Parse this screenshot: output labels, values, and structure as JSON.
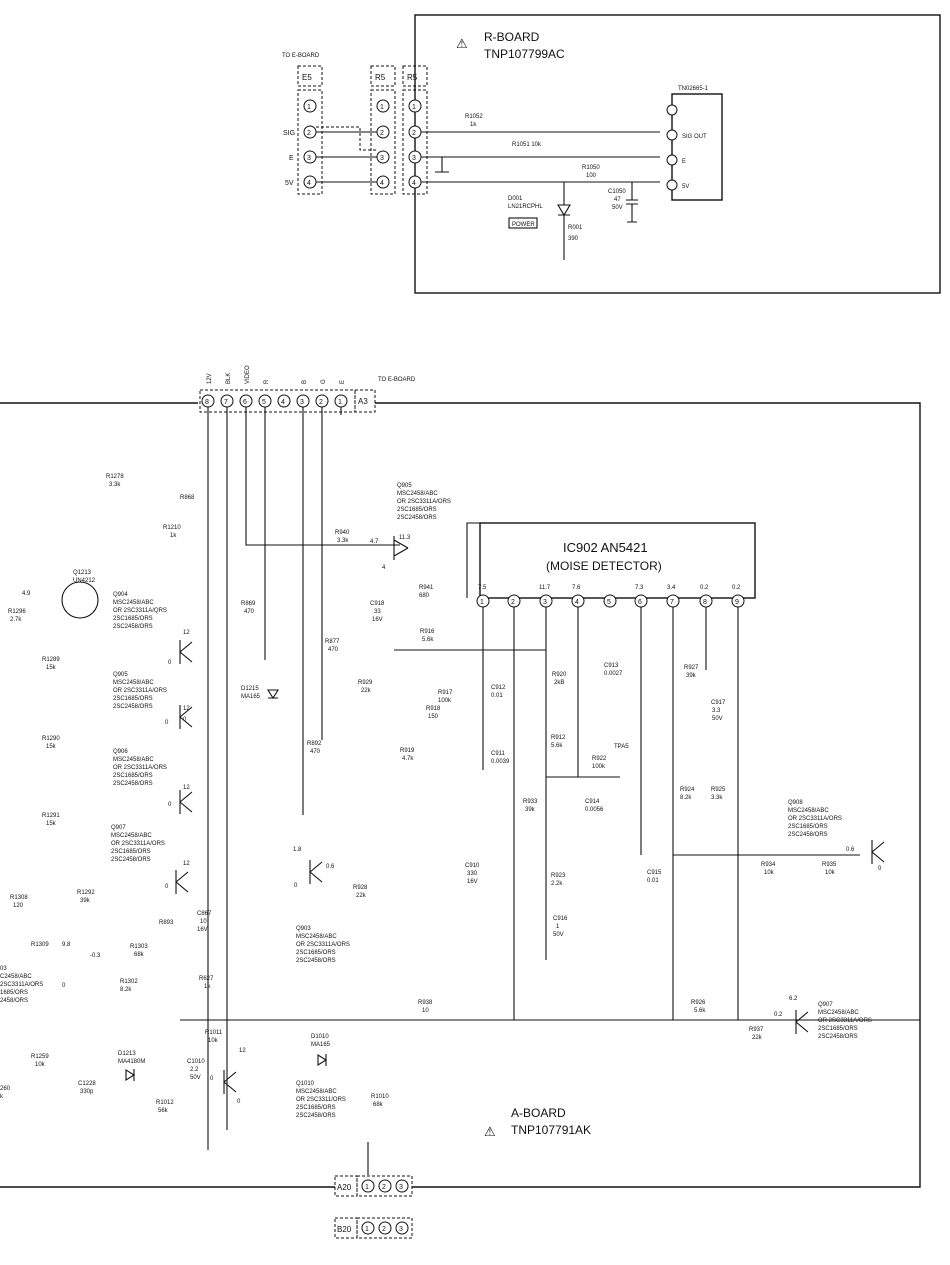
{
  "r_board": {
    "title": "R-BOARD",
    "part": "TNP107799AC",
    "to_eboard": "TO E-BOARD",
    "conn_e5": "E5",
    "conn_r5a": "R5",
    "conn_r5b": "R5",
    "sig_labels": [
      "SIG",
      "E",
      "5V"
    ],
    "pins": [
      "1",
      "2",
      "3",
      "4"
    ],
    "tn": "TN02665-1",
    "tn_pins": [
      "SIG OUT",
      "E",
      "5V"
    ],
    "r1052": "R1052",
    "r1052_v": "1k",
    "r1051": "R1051  10k",
    "r1050": "R1050",
    "r1050_v": "100",
    "c1050": "C1050",
    "c1050_v1": "47",
    "c1050_v2": "50V",
    "d001": "D001",
    "d001_part": "LN21RCPHL",
    "power": "POWER",
    "r001": "R001",
    "r001_v": "390"
  },
  "a_board": {
    "title": "A-BOARD",
    "part": "TNP107791AK",
    "to_eboard": "TO E-BOARD",
    "a3": "A3",
    "a3_pins": [
      "8",
      "7",
      "6",
      "5",
      "4",
      "3",
      "2",
      "1"
    ],
    "a3_sigs": [
      "12V",
      "BLK",
      "VIDEO",
      "R",
      "B",
      "G",
      "E"
    ],
    "a20": "A20",
    "b20": "B20",
    "conn_pins": [
      "1",
      "2",
      "3"
    ]
  },
  "ic": {
    "name": "IC902  AN5421",
    "desc": "(MOISE DETECTOR)",
    "pins": [
      "1",
      "2",
      "3",
      "4",
      "5",
      "6",
      "7",
      "8",
      "9"
    ],
    "volts": [
      "7.5",
      "11.7",
      "7.6",
      "7.3",
      "3.4",
      "0.2",
      "0.2"
    ]
  },
  "transistors": {
    "q905": [
      "Q905",
      "MSC2458/ABC",
      "OR 2SC3311A/ORS",
      "2SC1685/ORS",
      "2SC2458/ORS"
    ],
    "q904": [
      "Q904",
      "MSC2458/ABC",
      "OR 2SC3311A/QRS",
      "2SC1685/ORS",
      "2SC2458/ORS"
    ],
    "q905b": [
      "Q905",
      "MSC2458/ABC",
      "OR 2SC3311A/ORS",
      "2SC1685/ORS",
      "2SC2458/ORS"
    ],
    "q906": [
      "Q906",
      "MSC2458/ABC",
      "OR 2SC3311A/ORS",
      "2SC1685/ORS",
      "2SC2458/ORS"
    ],
    "q907": [
      "Q907",
      "MSC2458/ABC",
      "OR 2SC3311A/ORS",
      "2SC1685/ORS",
      "2SC2458/ORS"
    ],
    "q903": [
      "Q903",
      "MSC2458/ABC",
      "OR 2SC3311A/ORS",
      "2SC1685/ORS",
      "2SC2458/ORS"
    ],
    "q908": [
      "Q908",
      "MSC2458/ABC",
      "OR 2SC3311A/ORS",
      "2SC1685/ORS",
      "2SC2458/ORS"
    ],
    "q907b": [
      "Q907",
      "MSC2458/ABC",
      "OR 2SC3311A/ORS",
      "2SC1685/ORS",
      "2SC2458/ORS"
    ],
    "q1010": [
      "Q1010",
      "MSC2458/ABC",
      "OR 2SC3311/ORS",
      "2SC1685/ORS",
      "2SC2458/ORS"
    ],
    "q1213": [
      "Q1213",
      "UN4212"
    ],
    "q_left": [
      "03",
      "C2458/ABC",
      "2SC3311A/ORS",
      "1685/ORS",
      "2458/ORS"
    ]
  },
  "components": {
    "r1278": [
      "R1278",
      "3.3k"
    ],
    "r1210": [
      "R1210",
      "1k"
    ],
    "r868": "R868",
    "r869": [
      "R869",
      "470"
    ],
    "r877": [
      "R877",
      "470"
    ],
    "r892": [
      "R892",
      "470"
    ],
    "r929": [
      "R929",
      "22k"
    ],
    "r928": [
      "R928",
      "22k"
    ],
    "r940": [
      "R940",
      "3.3k"
    ],
    "r941": [
      "R941",
      "680"
    ],
    "c918": [
      "C918",
      "33",
      "16V"
    ],
    "r916": [
      "R916",
      "5.6k"
    ],
    "r917": [
      "R917",
      "100k"
    ],
    "c912": [
      "C912",
      "0.01"
    ],
    "r918": [
      "R918",
      "150"
    ],
    "r919": [
      "R919",
      "4.7k"
    ],
    "c911": [
      "C911",
      "0.0039"
    ],
    "r920": [
      "R920",
      "2kB"
    ],
    "c913": [
      "C913",
      "0.0027"
    ],
    "r912": [
      "R912",
      "5.6k"
    ],
    "r922": [
      "R922",
      "100k"
    ],
    "tpa5": "TPA5",
    "r933": [
      "R933",
      "39k"
    ],
    "c914": [
      "C914",
      "0.0056"
    ],
    "c910": [
      "C910",
      "330",
      "16V"
    ],
    "r923": [
      "R923",
      "2.2k"
    ],
    "c915": [
      "C915",
      "0.01"
    ],
    "c916": [
      "C916",
      "1",
      "50V"
    ],
    "r927": [
      "R927",
      "39k"
    ],
    "c917": [
      "C917",
      "3.3",
      "50V"
    ],
    "r924": [
      "R924",
      "8.2k"
    ],
    "r925": [
      "R925",
      "3.3k"
    ],
    "r934": [
      "R934",
      "10k"
    ],
    "r935": [
      "R935",
      "10k"
    ],
    "r938": [
      "R938",
      "10"
    ],
    "r926": [
      "R926",
      "5.6k"
    ],
    "r937": [
      "R937",
      "22k"
    ],
    "r1296": [
      "R1296",
      "2.7k"
    ],
    "r1289": [
      "R1289",
      "15k"
    ],
    "r1290": [
      "R1290",
      "15k"
    ],
    "r1291": [
      "R1291",
      "15k"
    ],
    "r1292": [
      "R1292",
      "39k"
    ],
    "r1308": [
      "R1308",
      "120"
    ],
    "r1309": "R1309",
    "r1303": [
      "R1303",
      "68k"
    ],
    "r1302": [
      "R1302",
      "8.2k"
    ],
    "r893": "R893",
    "r627": [
      "R627",
      "1k"
    ],
    "c867": [
      "C867",
      "10",
      "16V"
    ],
    "d1215": [
      "D1215",
      "MA165"
    ],
    "d1213": [
      "D1213",
      "MA4180M"
    ],
    "d1010": [
      "D1010",
      "MA165"
    ],
    "r1259": [
      "R1259",
      "10k"
    ],
    "c1228": [
      "C1228",
      "330p"
    ],
    "r1011": [
      "R1011",
      "10k"
    ],
    "c1010": [
      "C1010",
      "2.2",
      "50V"
    ],
    "r1012": [
      "R1012",
      "56k"
    ],
    "r1010": [
      "R1010",
      "68k"
    ],
    "r260": "260",
    "k": "k"
  },
  "voltages": [
    "4.9",
    "12",
    "0",
    "0",
    "12",
    "0",
    "12",
    "0",
    "12",
    "0",
    "4.7",
    "11.3",
    "4",
    "1.8",
    "0.6",
    "0",
    "0.6",
    "0.2",
    "6.2",
    "9.8",
    "-0.3",
    "0",
    "12",
    "0",
    "0",
    "0"
  ]
}
